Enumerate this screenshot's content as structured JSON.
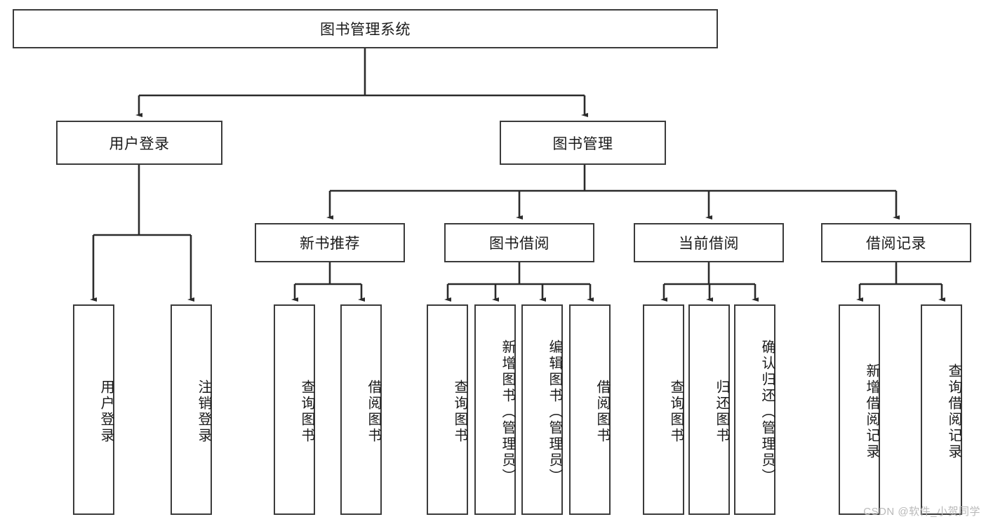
{
  "diagram": {
    "title": "图书管理系统",
    "type": "tree-hierarchy-diagram",
    "colors": {
      "box_border": "#3b3b3b",
      "box_fill": "#ffffff",
      "edge": "#2b2b2b",
      "text": "#1a1a1a",
      "watermark": "#b9b9b9"
    },
    "root": {
      "label": "图书管理系统"
    },
    "level2": [
      {
        "label": "用户登录"
      },
      {
        "label": "图书管理"
      }
    ],
    "level3": [
      {
        "label": "新书推荐"
      },
      {
        "label": "图书借阅"
      },
      {
        "label": "当前借阅"
      },
      {
        "label": "借阅记录"
      }
    ],
    "leaves": {
      "user_login": [
        {
          "label": "用户登录"
        },
        {
          "label": "注销登录"
        }
      ],
      "new_book_recommend": [
        {
          "label": "查询图书"
        },
        {
          "label": "借阅图书"
        }
      ],
      "book_borrow": [
        {
          "label": "查询图书"
        },
        {
          "label": "新增图书（管理员）"
        },
        {
          "label": "编辑图书（管理员）"
        },
        {
          "label": "借阅图书"
        }
      ],
      "current_borrow": [
        {
          "label": "查询图书"
        },
        {
          "label": "归还图书"
        },
        {
          "label": "确认归还（管理员）"
        }
      ],
      "borrow_record": [
        {
          "label": "新增借阅记录"
        },
        {
          "label": "查询借阅记录"
        }
      ]
    }
  },
  "watermark": {
    "text": "CSDN @软件_小贺同学"
  }
}
